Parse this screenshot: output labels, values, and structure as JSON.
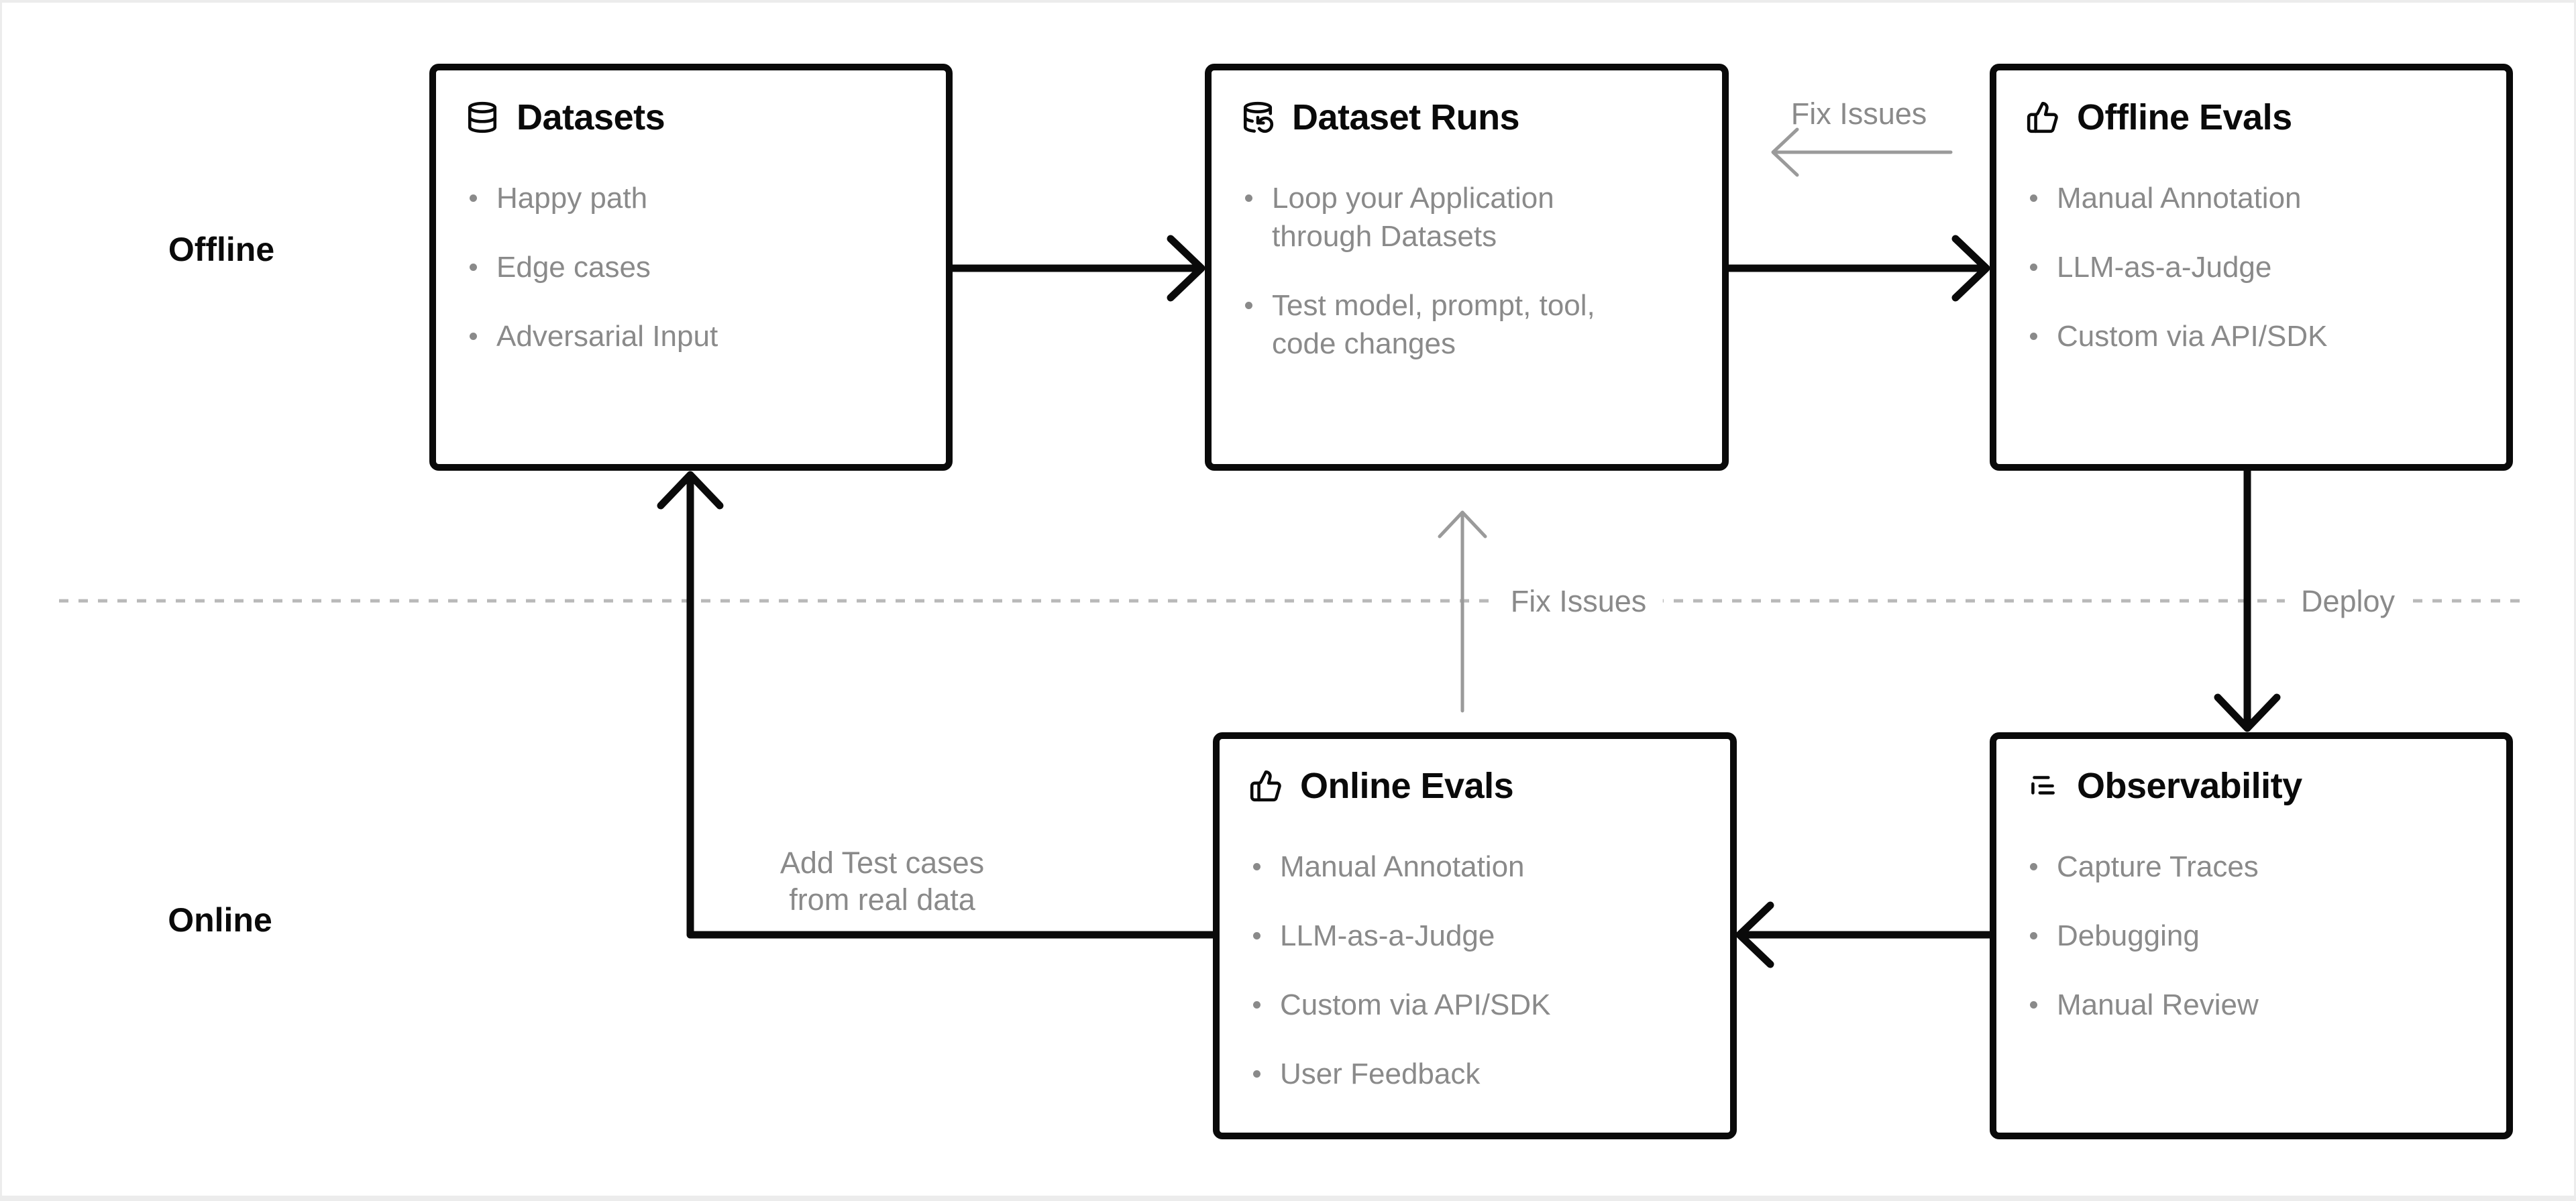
{
  "colors": {
    "background": "#ffffff",
    "frame_edge": "#ececec",
    "box_border": "#0a0a0a",
    "title_text": "#0a0a0a",
    "bullet_text": "#8a8a8a",
    "black_connector": "#0a0a0a",
    "gray_connector": "#9a9a9a",
    "dashed_divider": "#b9b9b9"
  },
  "section_labels": {
    "offline": "Offline",
    "online": "Online"
  },
  "boxes": [
    {
      "id": "datasets",
      "icon": "database-icon",
      "title": "Datasets",
      "bullets": [
        "Happy path",
        "Edge cases",
        "Adversarial Input"
      ]
    },
    {
      "id": "dataset-runs",
      "icon": "database-refresh-icon",
      "title": "Dataset Runs",
      "bullets": [
        "Loop your Application through Datasets",
        "Test model, prompt, tool, code changes"
      ]
    },
    {
      "id": "offline-evals",
      "icon": "thumbs-up-icon",
      "title": "Offline Evals",
      "bullets": [
        "Manual Annotation",
        "LLM-as-a-Judge",
        "Custom via API/SDK"
      ]
    },
    {
      "id": "online-evals",
      "icon": "thumbs-up-icon",
      "title": "Online Evals",
      "bullets": [
        "Manual Annotation",
        "LLM-as-a-Judge",
        "Custom via API/SDK",
        "User Feedback"
      ]
    },
    {
      "id": "observability",
      "icon": "trace-list-icon",
      "title": "Observability",
      "bullets": [
        "Capture Traces",
        "Debugging",
        "Manual Review"
      ]
    }
  ],
  "connector_labels": {
    "fix_issues_top": "Fix Issues",
    "fix_issues_middle": "Fix Issues",
    "deploy": "Deploy",
    "add_test_cases_line1": "Add Test cases",
    "add_test_cases_line2": "from real data"
  }
}
